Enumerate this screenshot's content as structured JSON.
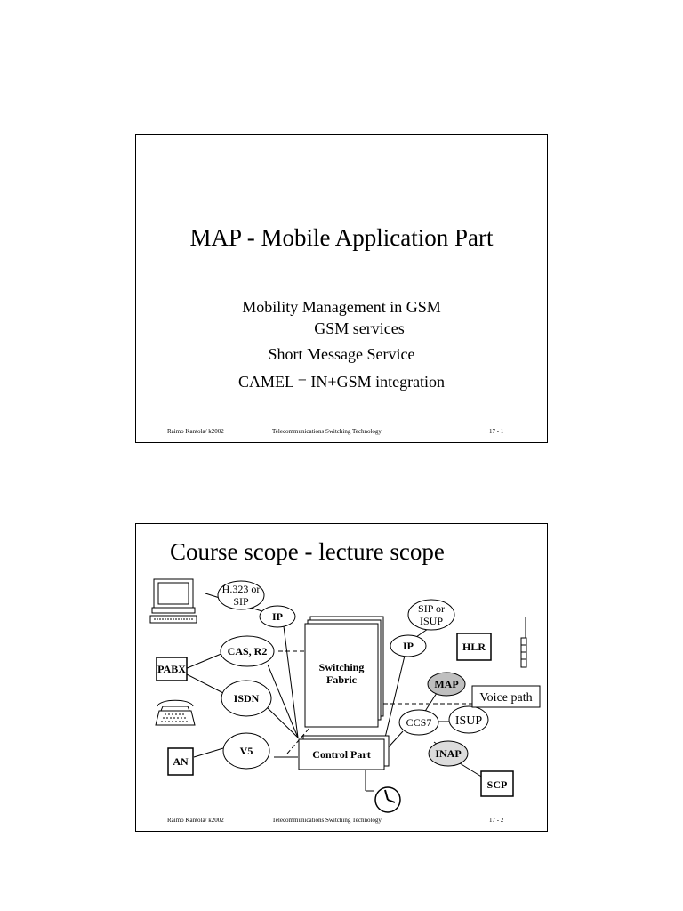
{
  "slide1": {
    "title": "MAP - Mobile Application Part",
    "bullets": [
      "Mobility Management in GSM",
      "GSM services",
      "Short Message Service",
      "CAMEL = IN+GSM integration"
    ],
    "footer": {
      "author": "Raimo Kantola/ k2002",
      "course": "Telecommunications Switching Technology",
      "page": "17 - 1"
    }
  },
  "slide2": {
    "title": "Course scope - lecture scope",
    "nodes": {
      "h323": [
        "H.323 or",
        "SIP"
      ],
      "ip1": "IP",
      "sip_isup": [
        "SIP or",
        "ISUP"
      ],
      "ip2": "IP",
      "hlr": "HLR",
      "cas": "CAS, R2",
      "pabx": "PABX",
      "switching": [
        "Switching",
        "Fabric"
      ],
      "map": "MAP",
      "voice_path": "Voice path",
      "isdn": "ISDN",
      "ccs7": "CCS7",
      "isup": "ISUP",
      "an": "AN",
      "v5": "V5",
      "control": "Control Part",
      "inap": "INAP",
      "scp": "SCP"
    },
    "footer": {
      "author": "Raimo Kantola/ k2002",
      "course": "Telecommunications Switching Technology",
      "page": "17 - 2"
    }
  }
}
